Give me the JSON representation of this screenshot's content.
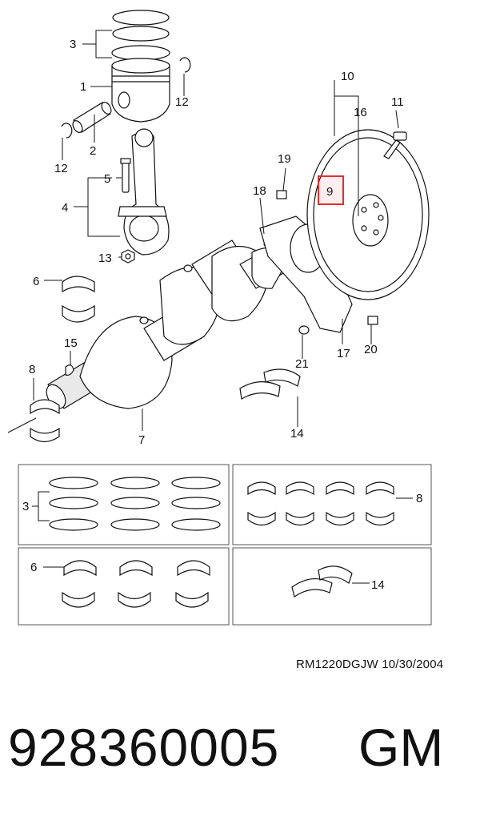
{
  "callouts": {
    "c1": "1",
    "c2": "2",
    "c3": "3",
    "c4": "4",
    "c5": "5",
    "c6": "6",
    "c7": "7",
    "c8": "8",
    "c9": "9",
    "c10": "10",
    "c11": "11",
    "c12a": "12",
    "c12b": "12",
    "c13": "13",
    "c14": "14",
    "c15": "15",
    "c16": "16",
    "c17": "17",
    "c18": "18",
    "c19": "19",
    "c20": "20",
    "c21": "21",
    "box_rings": "3",
    "box_bearings_main": "8",
    "box_bearings_rod": "6",
    "box_thrust": "14"
  },
  "highlight_color": "#e03030",
  "footer": {
    "diagram_code": "RM1220DGJW  10/30/2004",
    "part_number": "928360005",
    "brand": "GM"
  }
}
